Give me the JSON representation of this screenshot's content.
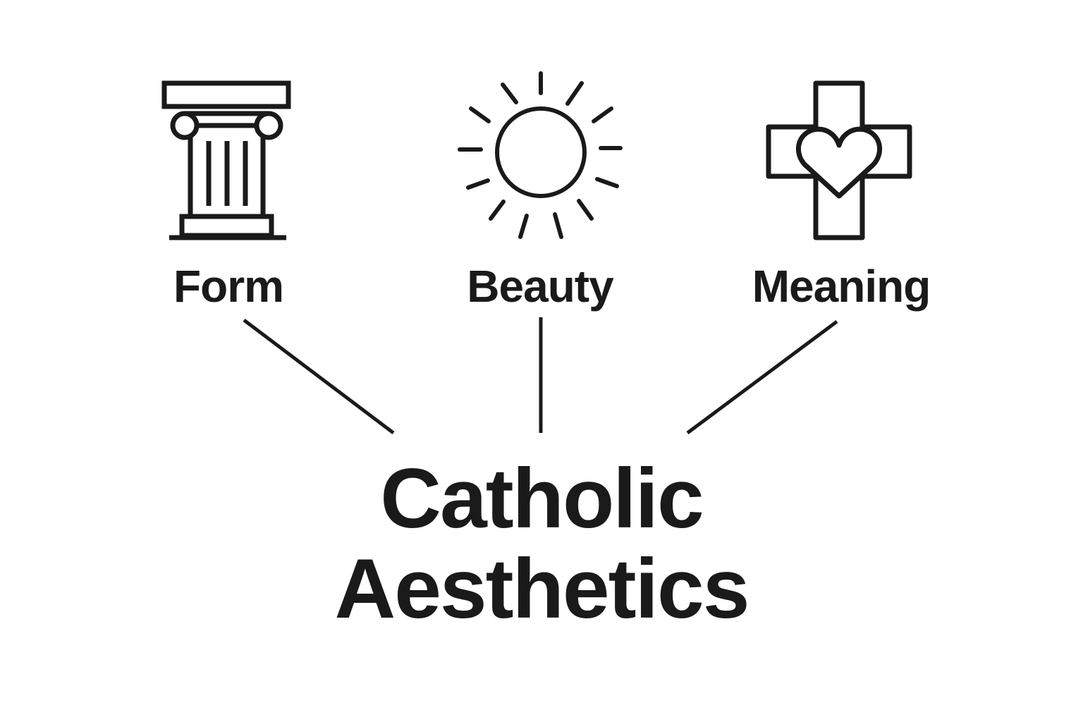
{
  "concepts": [
    {
      "label": "Form",
      "icon": "ionic-column-icon"
    },
    {
      "label": "Beauty",
      "icon": "sun-icon"
    },
    {
      "label": "Meaning",
      "icon": "cross-heart-icon"
    }
  ],
  "title": {
    "line1": "Catholic",
    "line2": "Aesthetics"
  },
  "colors": {
    "ink": "#1a1a1a",
    "background": "#ffffff"
  }
}
